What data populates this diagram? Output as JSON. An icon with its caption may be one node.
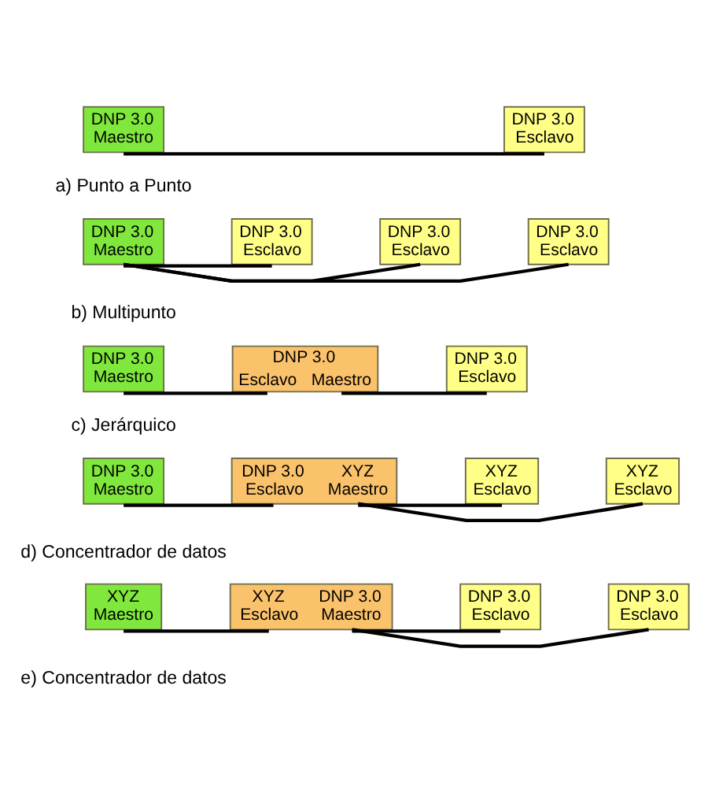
{
  "diagram": {
    "nodes": [
      {
        "text": [
          "DNP 3.0 Maestro"
        ]
      },
      {
        "text": [
          "DNP 3.0 Esclavo"
        ]
      },
      {
        "text": [
          "DNP 3.0 Maestro"
        ]
      },
      {
        "text": [
          "DNP 3.0 Esclavo"
        ]
      },
      {
        "text": [
          "DNP 3.0 Esclavo"
        ]
      },
      {
        "text": [
          "DNP 3.0 Esclavo"
        ]
      },
      {
        "text": [
          "DNP 3.0 Maestro"
        ]
      },
      {
        "text": [
          "DNP 3.0",
          "Esclavo",
          "Maestro"
        ]
      },
      {
        "text": [
          "DNP 3.0 Esclavo"
        ]
      },
      {
        "text": [
          "DNP 3.0 Maestro"
        ]
      },
      {
        "text": [
          "DNP 3.0 Esclavo",
          "XYZ Maestro"
        ]
      },
      {
        "text": [
          "XYZ Esclavo"
        ]
      },
      {
        "text": [
          "XYZ Esclavo"
        ]
      },
      {
        "text": [
          "XYZ Maestro"
        ]
      },
      {
        "text": [
          "XYZ Esclavo",
          "DNP 3.0 Maestro"
        ]
      },
      {
        "text": [
          "DNP 3.0 Esclavo"
        ]
      },
      {
        "text": [
          "DNP 3.0 Esclavo"
        ]
      }
    ],
    "edges": [
      {
        "from": 0,
        "to": 1,
        "arrow": "none"
      },
      {
        "from": 2,
        "to": 3,
        "arrow": "none"
      },
      {
        "from": 2,
        "to": 4,
        "arrow": "none"
      },
      {
        "from": 2,
        "to": 5,
        "arrow": "none"
      },
      {
        "from": 6,
        "to": 7,
        "arrow": "none"
      },
      {
        "from": 7,
        "to": 8,
        "arrow": "none"
      },
      {
        "from": 9,
        "to": 10,
        "arrow": "none"
      },
      {
        "from": 10,
        "to": 11,
        "arrow": "none"
      },
      {
        "from": 10,
        "to": 12,
        "arrow": "none"
      },
      {
        "from": 13,
        "to": 14,
        "arrow": "none"
      },
      {
        "from": 14,
        "to": 15,
        "arrow": "none"
      },
      {
        "from": 14,
        "to": 16,
        "arrow": "none"
      }
    ],
    "labels": [
      "a) Punto a Punto",
      "b) Multipunto",
      "c) Jerárquico",
      "d) Concentrador de datos",
      "e) Concentrador de datos"
    ]
  }
}
